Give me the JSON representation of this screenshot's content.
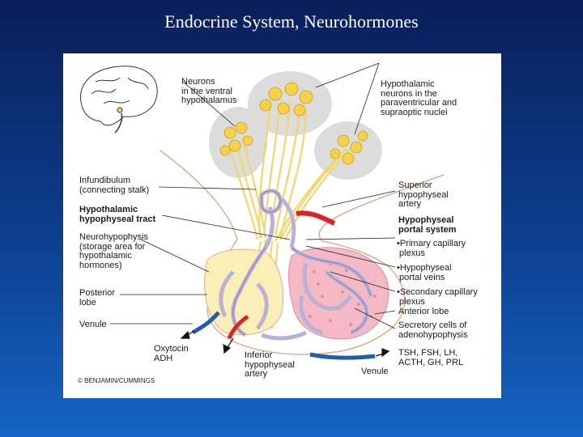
{
  "slide": {
    "title": "Endocrine System, Neurohormones"
  },
  "figure": {
    "labels": {
      "neurons_ventral": "Neurons\nin the ventral\nhypothalamus",
      "hypothalamic_neurons": "Hypothalamic\nneurons in the\nparaventricular and\nsupraoptic nuclei",
      "infundibulum": "Infundibulum\n(connecting stalk)",
      "hypothalamic_tract": "Hypothalamic\nhypophyseal tract",
      "neurohypophysis": "Neurohypophysis\n(storage area for\nhypothalamic\nhormones)",
      "posterior_lobe": "Posterior\nlobe",
      "venule_left": "Venule",
      "oxytocin_adh": "Oxytocin\nADH",
      "inferior_artery": "Inferior\nhypophyseal\nartery",
      "venule_bottom": "Venule",
      "superior_artery": "Superior\nhypophyseal\nartery",
      "portal_system": "Hypophyseal\nportal system",
      "primary_plexus": "•Primary capillary\n plexus",
      "portal_veins": "•Hypophyseal\n portal veins",
      "secondary_plexus": "•Secondary capillary\n plexus",
      "anterior_lobe": "Anterior lobe",
      "secretory_cells": "Secretory cells of\nadenohypophysis",
      "anterior_hormones": "TSH, FSH, LH,\nACTH, GH, PRL"
    },
    "copyright": "© BENJAMIN/CUMMINGS",
    "colors": {
      "nerve_fibers": "#f2d66b",
      "neuron_body": "#f5d24a",
      "anterior_lobe": "#f4b9c4",
      "capillary": "#b9b2d6",
      "artery": "#d8232a",
      "vein": "#1f5fa8",
      "nucleus_bubble": "#dcdcdc"
    }
  }
}
